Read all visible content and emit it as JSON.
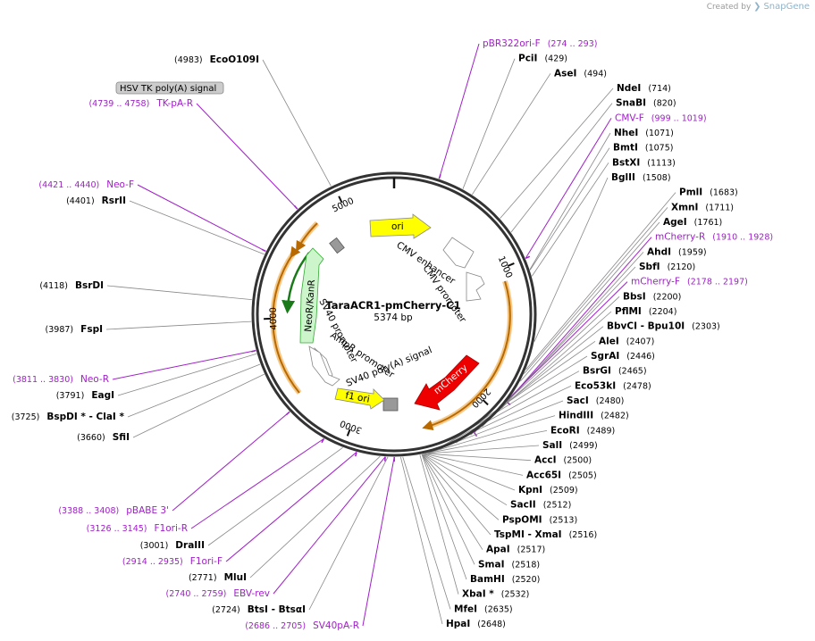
{
  "credit": {
    "prefix": "Created by",
    "brand": "SnapGene"
  },
  "plasmid": {
    "name": "TaraACR1-pmCherry-C1",
    "size": "5374 bp",
    "length": 5374
  },
  "ticks": [
    {
      "pos": 1000,
      "label": "1000"
    },
    {
      "pos": 2000,
      "label": "2000"
    },
    {
      "pos": 3000,
      "label": "3000"
    },
    {
      "pos": 4000,
      "label": "4000"
    },
    {
      "pos": 5000,
      "label": "5000"
    }
  ],
  "features": [
    {
      "name": "ori",
      "label": "ori",
      "color": "#ffff00",
      "style": "arrow"
    },
    {
      "name": "cmv-enhancer",
      "label": "CMV enhancer",
      "color": "#ffffff",
      "style": "arrow"
    },
    {
      "name": "cmv-promoter",
      "label": "CMV promoter",
      "color": "#ffffff",
      "style": "arrow"
    },
    {
      "name": "mcherry",
      "label": "mCherry",
      "color": "#ee0000",
      "style": "arrow"
    },
    {
      "name": "sv40-polya",
      "label": "SV40 poly(A) signal",
      "color": "#999999",
      "style": "box"
    },
    {
      "name": "f1-ori",
      "label": "f1 ori",
      "color": "#ffff00",
      "style": "arrow"
    },
    {
      "name": "ampr-promoter",
      "label": "AmpR promoter",
      "color": "#ffffff",
      "style": "arrow"
    },
    {
      "name": "sv40-promoter",
      "label": "SV40 promoter",
      "color": "#ffffff",
      "style": "arrow"
    },
    {
      "name": "neor-kanr",
      "label": "NeoR/KanR",
      "color": "#ccf5cc",
      "style": "arrow"
    },
    {
      "name": "hsv-tk-polya",
      "label": "HSV TK poly(A) signal",
      "color": "#999999",
      "style": "box"
    }
  ],
  "orfs": [
    {
      "name": "orf-right",
      "color": "#f0a020"
    },
    {
      "name": "orf-left",
      "color": "#f0a020"
    },
    {
      "name": "orf-left-small",
      "color": "#f0a020"
    },
    {
      "name": "orf-neo-inner",
      "color": "#1a8c1a"
    }
  ],
  "hsv_tag": "HSV TK poly(A) signal",
  "right_labels": [
    {
      "kind": "primer",
      "name": "pBR322ori-F",
      "pos": "(274 .. 293)"
    },
    {
      "kind": "site",
      "name": "PciI",
      "pos": "(429)"
    },
    {
      "kind": "site",
      "name": "AseI",
      "pos": "(494)"
    },
    {
      "kind": "site",
      "name": "NdeI",
      "pos": "(714)"
    },
    {
      "kind": "site",
      "name": "SnaBI",
      "pos": "(820)"
    },
    {
      "kind": "primer",
      "name": "CMV-F",
      "pos": "(999 .. 1019)"
    },
    {
      "kind": "site",
      "name": "NheI",
      "pos": "(1071)"
    },
    {
      "kind": "site",
      "name": "BmtI",
      "pos": "(1075)"
    },
    {
      "kind": "site",
      "name": "BstXI",
      "pos": "(1113)"
    },
    {
      "kind": "site",
      "name": "BglII",
      "pos": "(1508)"
    },
    {
      "kind": "site",
      "name": "PmlI",
      "pos": "(1683)"
    },
    {
      "kind": "site",
      "name": "XmnI",
      "pos": "(1711)"
    },
    {
      "kind": "site",
      "name": "AgeI",
      "pos": "(1761)"
    },
    {
      "kind": "primer",
      "name": "mCherry-R",
      "pos": "(1910 .. 1928)"
    },
    {
      "kind": "site",
      "name": "AhdI",
      "pos": "(1959)"
    },
    {
      "kind": "site",
      "name": "SbfI",
      "pos": "(2120)"
    },
    {
      "kind": "primer",
      "name": "mCherry-F",
      "pos": "(2178 .. 2197)"
    },
    {
      "kind": "site",
      "name": "BbsI",
      "pos": "(2200)"
    },
    {
      "kind": "site",
      "name": "PflMI",
      "pos": "(2204)"
    },
    {
      "kind": "site",
      "name": "BbvCI",
      "extra": " - Bpu10I",
      "pos": "(2303)"
    },
    {
      "kind": "site",
      "name": "AleI",
      "pos": "(2407)"
    },
    {
      "kind": "site",
      "name": "SgrAI",
      "pos": "(2446)"
    },
    {
      "kind": "site",
      "name": "BsrGI",
      "pos": "(2465)"
    },
    {
      "kind": "site",
      "name": "Eco53kI",
      "pos": "(2478)"
    },
    {
      "kind": "site",
      "name": "SacI",
      "pos": "(2480)"
    },
    {
      "kind": "site",
      "name": "HindIII",
      "pos": "(2482)"
    },
    {
      "kind": "site",
      "name": "EcoRI",
      "pos": "(2489)"
    },
    {
      "kind": "site",
      "name": "SalI",
      "pos": "(2499)"
    },
    {
      "kind": "site",
      "name": "AccI",
      "pos": "(2500)"
    },
    {
      "kind": "site",
      "name": "Acc65I",
      "pos": "(2505)"
    },
    {
      "kind": "site",
      "name": "KpnI",
      "pos": "(2509)"
    },
    {
      "kind": "site",
      "name": "SacII",
      "pos": "(2512)"
    },
    {
      "kind": "site",
      "name": "PspOMI",
      "pos": "(2513)"
    },
    {
      "kind": "site",
      "name": "TspMI",
      "extra": " - XmaI",
      "pos": "(2516)"
    },
    {
      "kind": "site",
      "name": "ApaI",
      "pos": "(2517)"
    },
    {
      "kind": "site",
      "name": "SmaI",
      "pos": "(2518)"
    },
    {
      "kind": "site",
      "name": "BamHI",
      "pos": "(2520)"
    },
    {
      "kind": "site",
      "name": "XbaI",
      "extra": " *",
      "pos": "(2532)"
    },
    {
      "kind": "site",
      "name": "MfeI",
      "pos": "(2635)"
    },
    {
      "kind": "site",
      "name": "HpaI",
      "pos": "(2648)"
    }
  ],
  "left_labels": [
    {
      "kind": "site",
      "name": "EcoO109I",
      "pos": "(4983)"
    },
    {
      "kind": "primer",
      "name": "TK-pA-R",
      "pos": "(4739 .. 4758)"
    },
    {
      "kind": "primer",
      "name": "Neo-F",
      "pos": "(4421 .. 4440)"
    },
    {
      "kind": "site",
      "name": "RsrII",
      "pos": "(4401)"
    },
    {
      "kind": "site",
      "name": "BsrDI",
      "pos": "(4118)"
    },
    {
      "kind": "site",
      "name": "FspI",
      "pos": "(3987)"
    },
    {
      "kind": "primer",
      "name": "Neo-R",
      "pos": "(3811 .. 3830)"
    },
    {
      "kind": "site",
      "name": "EagI",
      "pos": "(3791)"
    },
    {
      "kind": "site",
      "name": "BspDI *",
      "extra": " - ClaI *",
      "pos": "(3725)"
    },
    {
      "kind": "site",
      "name": "SfiI",
      "pos": "(3660)"
    },
    {
      "kind": "primer",
      "name": "pBABE 3'",
      "pos": "(3388 .. 3408)"
    },
    {
      "kind": "primer",
      "name": "F1ori-R",
      "pos": "(3126 .. 3145)"
    },
    {
      "kind": "site",
      "name": "DraIII",
      "pos": "(3001)"
    },
    {
      "kind": "primer",
      "name": "F1ori-F",
      "pos": "(2914 .. 2935)"
    },
    {
      "kind": "site",
      "name": "MluI",
      "pos": "(2771)"
    },
    {
      "kind": "primer",
      "name": "EBV-rev",
      "pos": "(2740 .. 2759)"
    },
    {
      "kind": "site",
      "name": "BtsI",
      "extra": " - BtsαI",
      "pos": "(2724)"
    },
    {
      "kind": "primer",
      "name": "SV40pA-R",
      "pos": "(2686 .. 2705)"
    }
  ],
  "colors": {
    "backbone": "#333333",
    "primer": "#a020c8",
    "site_line": "#888888"
  }
}
